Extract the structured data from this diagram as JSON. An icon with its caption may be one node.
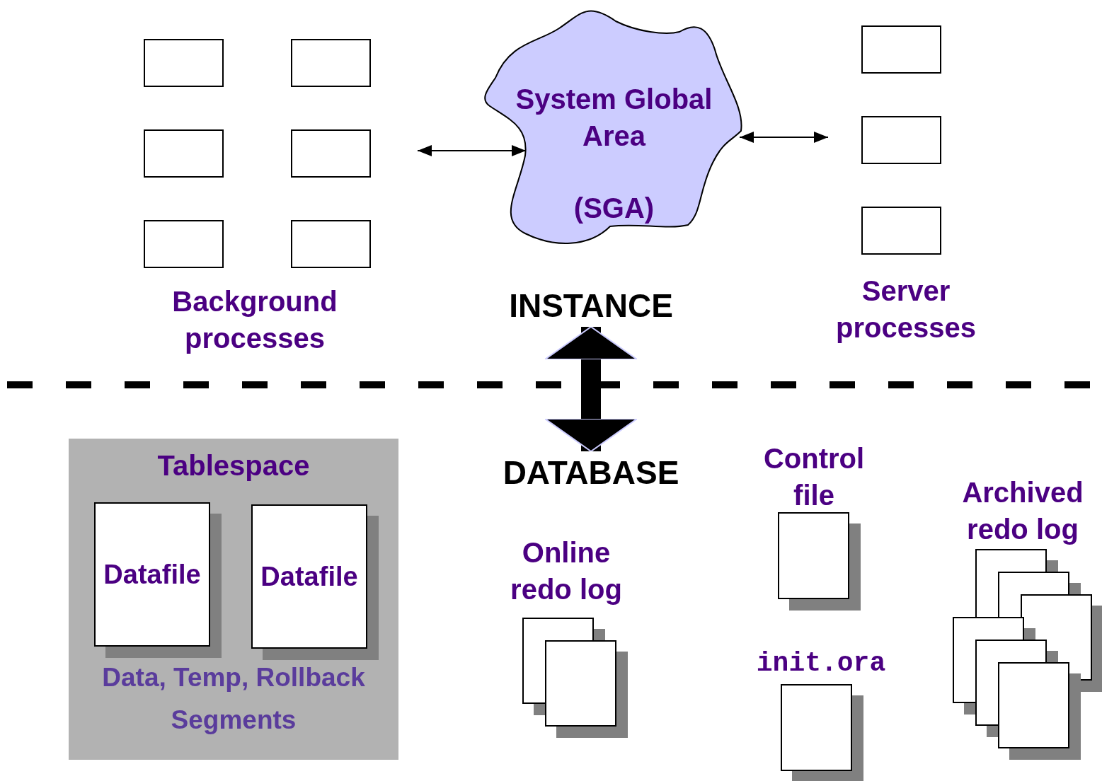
{
  "diagram": {
    "nodes": [
      {
        "text": [],
        "shape": "box"
      },
      {
        "text": [],
        "shape": "box"
      },
      {
        "text": [],
        "shape": "box"
      },
      {
        "text": [],
        "shape": "box"
      },
      {
        "text": [],
        "shape": "box"
      },
      {
        "text": [],
        "shape": "box"
      },
      {
        "text": [
          "System Global Area",
          "(SGA)"
        ]
      },
      {
        "text": [],
        "shape": "box"
      },
      {
        "text": [],
        "shape": "box"
      },
      {
        "text": [],
        "shape": "box"
      },
      {
        "text": [
          "INSTANCE"
        ]
      },
      {
        "text": [
          "DATABASE"
        ]
      },
      {
        "text": [
          "Tablespace",
          "Data, Temp, Rollback Segments"
        ]
      },
      {
        "text": [
          "Datafile"
        ],
        "in": 12
      },
      {
        "text": [
          "Datafile"
        ],
        "in": 12
      },
      {
        "text": [
          "Online redo log"
        ]
      },
      {
        "text": [
          "Control file"
        ]
      },
      {
        "text": [
          "init.ora"
        ]
      },
      {
        "text": [
          "Archived redo log"
        ]
      }
    ],
    "edges": [
      {
        "from": null,
        "to": 6,
        "arrow": "both"
      },
      {
        "from": 6,
        "to": null,
        "arrow": "both"
      },
      {
        "from": 10,
        "to": 11,
        "arrow": "both",
        "style": "thick"
      }
    ],
    "labels": [
      "Background processes",
      "Server processes"
    ]
  }
}
